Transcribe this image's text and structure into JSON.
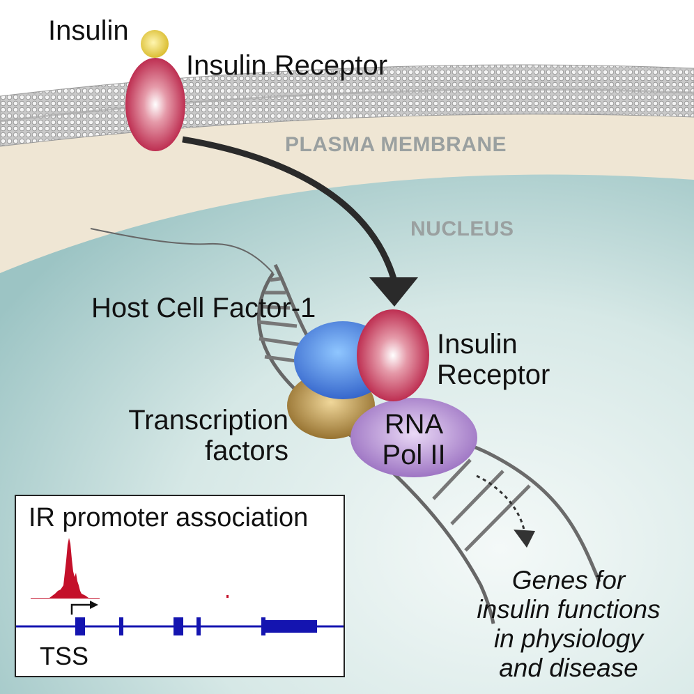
{
  "labels": {
    "insulin": "Insulin",
    "insulin_receptor_top": "Insulin Receptor",
    "plasma_membrane": "PLASMA MEMBRANE",
    "nucleus": "NUCLEUS",
    "host_cell_factor": "Host Cell Factor-1",
    "insulin_receptor_nuclear": [
      "Insulin",
      "Receptor"
    ],
    "transcription_factors": [
      "Transcription",
      "factors"
    ],
    "rna_pol": [
      "RNA",
      "Pol II"
    ],
    "genes": [
      "Genes for",
      "insulin functions",
      "in physiology",
      "and disease"
    ]
  },
  "inset": {
    "title": "IR promoter association",
    "tss_label": "TSS"
  },
  "colors": {
    "insulin": "#e7cf3b",
    "insulin_receptor": "#c2264a",
    "host_cell_factor": "#3a74d6",
    "transcription_factors": "#b48a3a",
    "rna_pol_ii": "#a67cc6",
    "membrane_band": "#efe6d4",
    "nucleus": "#c6dedd",
    "signal_peak": "#c4102a",
    "gene_track": "#1414b0",
    "arrow": "#2a2a2a"
  }
}
